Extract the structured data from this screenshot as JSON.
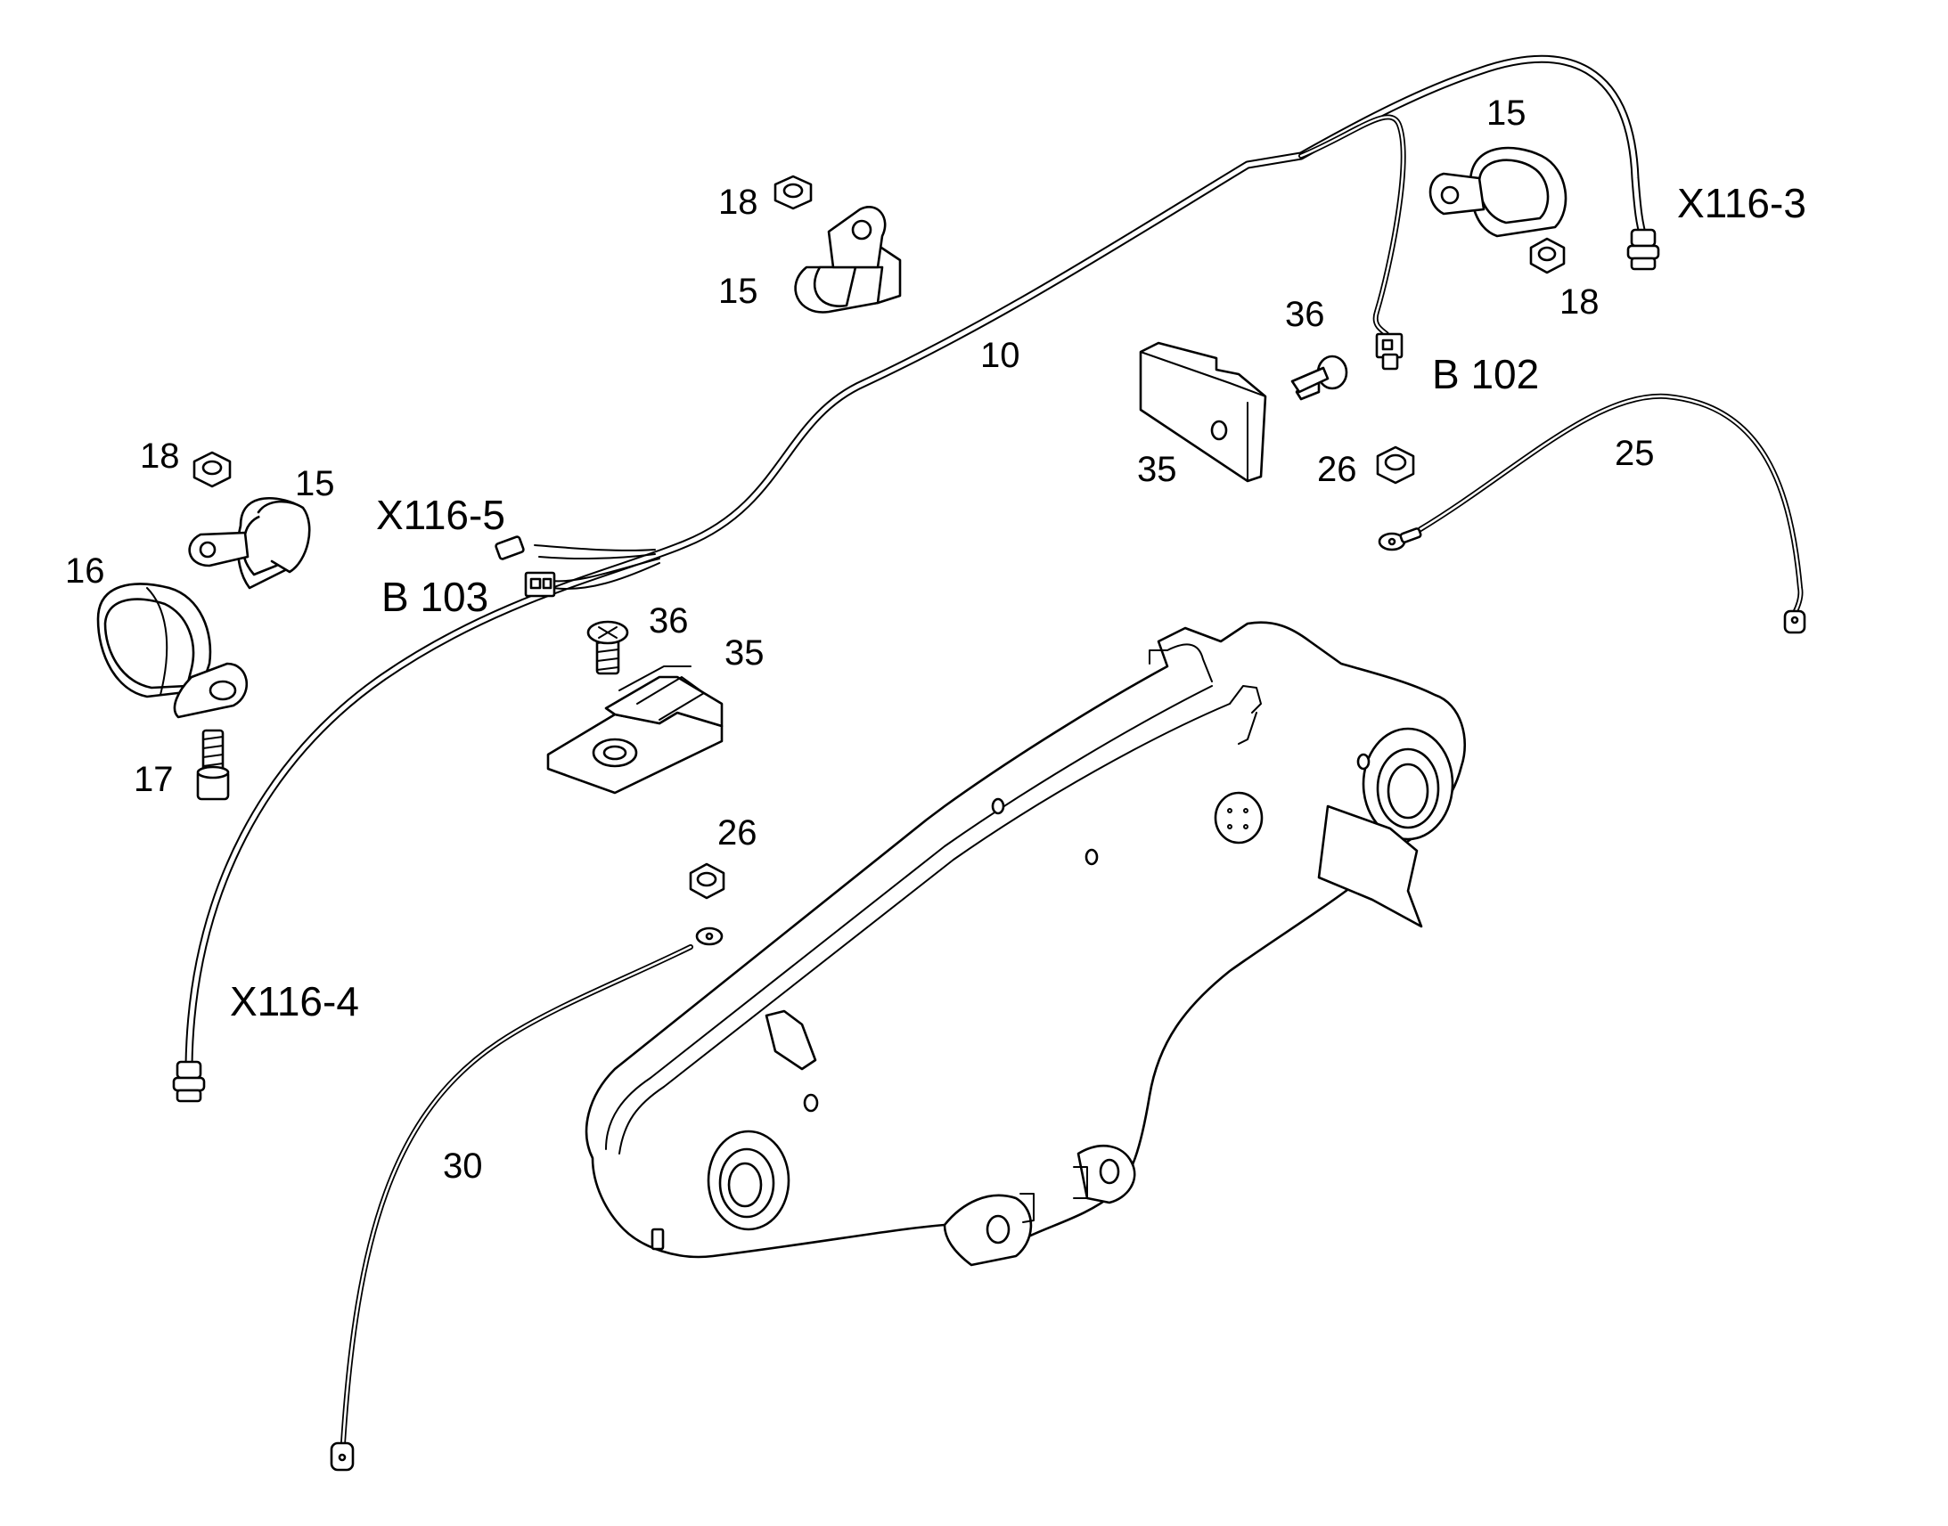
{
  "callouts": {
    "c_10": "10",
    "c_15_top": "15",
    "c_18_top": "18",
    "c_15_mid": "15",
    "c_18_mid": "18",
    "c_x116_3": "X116-3",
    "c_36_top": "36",
    "c_b102": "B 102",
    "c_35_top": "35",
    "c_26_top": "26",
    "c_25": "25",
    "c_18_left": "18",
    "c_15_left": "15",
    "c_x116_5": "X116-5",
    "c_16": "16",
    "c_b103": "B 103",
    "c_36_mid": "36",
    "c_35_mid": "35",
    "c_17": "17",
    "c_26_mid": "26",
    "c_x116_4": "X116-4",
    "c_30": "30"
  }
}
